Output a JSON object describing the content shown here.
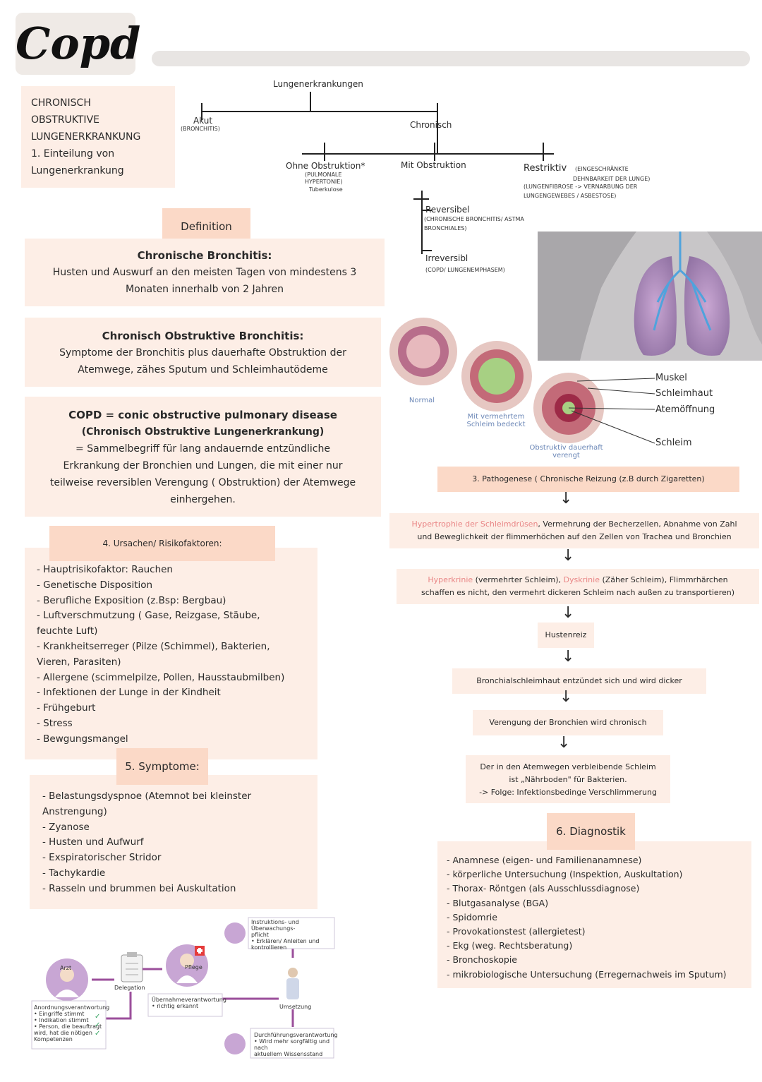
{
  "header": {
    "title": "Copd"
  },
  "intro": {
    "lines": [
      "CHRONISCH",
      "OBSTRUKTIVE",
      "LUNGENERKRANKUNG",
      "1. Einteilung von",
      "Lungenerkrankung"
    ]
  },
  "classification": {
    "root": "Lungenerkrankungen",
    "acute": {
      "label": "Akut",
      "note": "(BRONCHITIS)"
    },
    "chronic": "Chronisch",
    "without_obstruction": {
      "label": "Ohne Obstruktion*",
      "notes": [
        "(PULMONALE",
        "HYPERTONIE)",
        "Tuberkulose"
      ]
    },
    "with_obstruction": "Mit Obstruktion",
    "restrictive": {
      "label": "Restriktiv",
      "notes": [
        "(EINGESCHRÄNKTE",
        "DEHNBARKEIT DER LUNGE)",
        "(LUNGENFIBROSE -> VERNARBUNG DER",
        "LUNGENGEWEBES / ASBESTOSE)"
      ]
    },
    "reversible": {
      "label": "Reversibel",
      "notes": [
        "(CHRONISCHE BRONCHITIS/ ASTMA",
        "BRONCHIALES)"
      ]
    },
    "irreversible": {
      "label": "Irreversibl",
      "note": "(COPD/ LUNGENEMPHASEM)"
    }
  },
  "definition": {
    "heading": "Definition",
    "blocks": [
      {
        "title": "Chronische Bronchitis:",
        "lines": [
          "Husten und Auswurf an den meisten Tagen von mindestens 3",
          "Monaten innerhalb von 2 Jahren"
        ]
      },
      {
        "title": "Chronisch Obstruktive Bronchitis:",
        "lines": [
          "Symptome der Bronchitis plus dauerhafte Obstruktion der",
          "Atemwege, zähes Sputum und Schleimhautödeme"
        ]
      },
      {
        "title": "COPD = conic obstructive pulmonary disease",
        "lines": [
          "(Chronisch Obstruktive Lungenerkrankung)",
          "= Sammelbegriff für lang andauernde entzündliche",
          "Erkrankung der Bronchien und Lungen, die mit einer nur",
          "teilweise reversiblen Verengung ( Obstruktion) der Atemwege",
          "einhergehen."
        ]
      }
    ]
  },
  "causes": {
    "heading": "4. Ursachen/ Risikofaktoren:",
    "items": [
      "- Hauptrisikofaktor: Rauchen",
      "- Genetische Disposition",
      "- Berufliche Exposition (z.Bsp: Bergbau)",
      "- Luftverschmutzung ( Gase, Reizgase, Stäube,",
      "feuchte Luft)",
      "- Krankheitserreger (Pilze (Schimmel), Bakterien,",
      "Vieren, Parasiten)",
      "- Allergene (scimmelpilze, Pollen, Hausstaubmilben)",
      "- Infektionen der Lunge in der Kindheit",
      "- Frühgeburt",
      "- Stress",
      "- Bewgungsmangel"
    ]
  },
  "symptoms": {
    "heading": "5. Symptome:",
    "items": [
      "- Belastungsdyspnoe (Atemnot bei kleinster",
      "Anstrengung)",
      "- Zyanose",
      "- Husten und Aufwurf",
      "- Exspiratorischer Stridor",
      "- Tachykardie",
      "- Rasseln und brummen bei Auskultation"
    ]
  },
  "bronchi": {
    "normal": "Normal",
    "mucus": [
      "Mit vermehrtem",
      "Schleim bedeckt"
    ],
    "obstructed": [
      "Obstruktiv dauerhaft",
      "verengt"
    ],
    "labels": {
      "muscle": "Muskel",
      "mucosa": "Schleimhaut",
      "opening": "Atemöffnung",
      "mucus": "Schleim"
    }
  },
  "pathogenesis": {
    "heading": "3. Pathogenese ( Chronische Reizung (z.B durch Zigaretten)",
    "step1": {
      "highlight": "Hypertrophie der Schleimdrüsen",
      "rest1": ", Vermehrung der Becherzellen, Abnahme von Zahl",
      "line2": "und Beweglichkeit der flimmerhöchen auf den Zellen von Trachea und Bronchien"
    },
    "step2": {
      "hl1": "Hyperkrinie",
      "t1": " (vermehrter Schleim), ",
      "hl2": "Dyskrinie",
      "t2": " (Zäher Schleim), Flimmrhärchen",
      "line2": "schaffen es nicht, den vermehrt dickeren Schleim nach außen zu transportieren)"
    },
    "step3": "Hustenreiz",
    "step4": "Bronchialschleimhaut entzündet sich und wird dicker",
    "step5": "Verengung der Bronchien wird chronisch",
    "step6": [
      "Der in den Atemwegen verbleibende Schleim",
      "ist „Nährboden\" für Bakterien.",
      "-> Folge: Infektionsbedinge Verschlimmerung"
    ],
    "arrow": "↓"
  },
  "diagnostics": {
    "heading": "6. Diagnostik",
    "items": [
      "- Anamnese (eigen- und Familienanamnese)",
      "- körperliche Untersuchung (Inspektion, Auskultation)",
      "- Thorax- Röntgen (als Ausschlussdiagnose)",
      "- Blutgasanalyse (BGA)",
      "- Spidomrie",
      "- Provokationstest (allergietest)",
      "- Ekg (weg. Rechtsberatung)",
      "- Bronchoskopie",
      "- mikrobiologische Untersuchung (Erregernachweis im Sputum)"
    ]
  },
  "delegation": {
    "doctor": "Arzt",
    "nurse": "Pflege",
    "delegation": "Delegation",
    "order_title": "Anordnungsverantwortung",
    "order_items": [
      "• Eingriffe stimmt",
      "• Indikation stimmt",
      "• Person, die beauftragt",
      "wird, hat die nötigen",
      "Kompetenzen"
    ],
    "takeover_title": "Übernahmeverantwortung",
    "takeover_items": [
      "• richtig erkannt"
    ],
    "instruction_title": [
      "Instruktions- und Überwachungs-",
      "pflicht"
    ],
    "instruction_items": [
      "• Erklären/ Anleiten und",
      "kontrollieren"
    ],
    "execution": "Umsetzung",
    "exec_title": "Durchführungsverantwortung",
    "exec_items": [
      "• Wird mehr sorgfältig und nach",
      "aktuellem Wissensstand"
    ],
    "check": "✓"
  },
  "colors": {
    "peach": "#fdeee6",
    "peach_strong": "#fbd9c7",
    "highlight": "#e98686",
    "purple": "#9b4f9b"
  }
}
